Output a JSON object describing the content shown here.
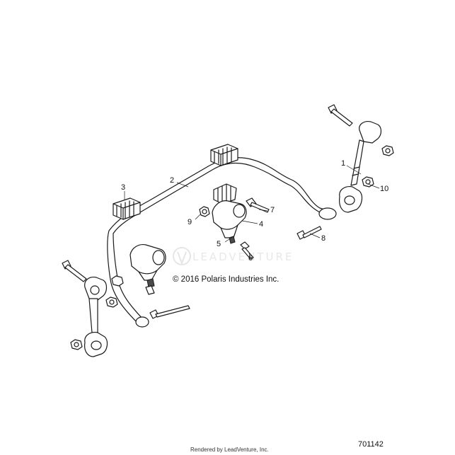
{
  "diagram": {
    "copyright": "© 2016 Polaris Industries Inc.",
    "diagram_number": "701142",
    "rendered_by": "Rendered by LeadVenture, Inc.",
    "watermark": "LEADVENTURE",
    "callouts": [
      "1",
      "2",
      "3",
      "4",
      "5",
      "6",
      "7",
      "8",
      "9",
      "10"
    ]
  }
}
